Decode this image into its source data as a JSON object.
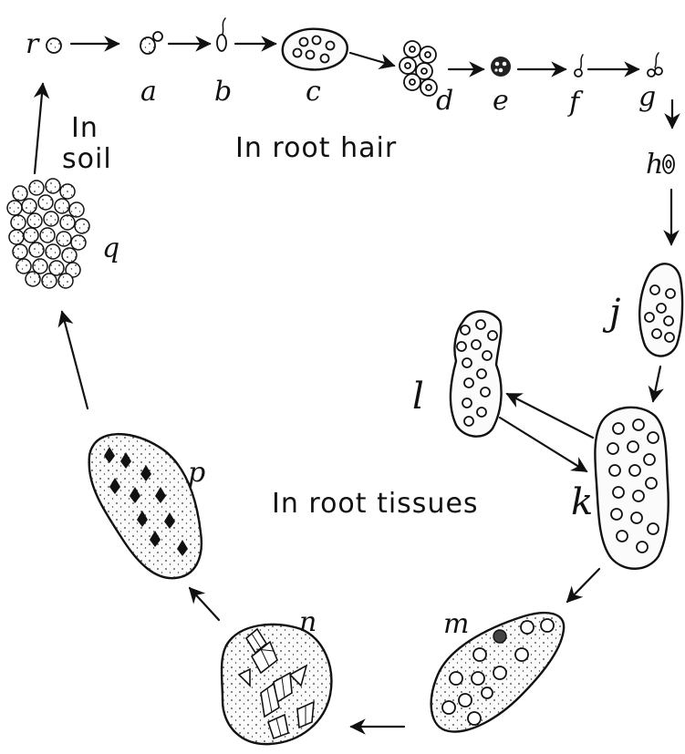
{
  "regions": {
    "soil_line1": "In",
    "soil_line2": "soil",
    "root_hair": "In root hair",
    "root_tissues": "In root tissues"
  },
  "stages": {
    "r": "r",
    "a": "a",
    "b": "b",
    "c": "c",
    "d": "d",
    "e": "e",
    "f": "f",
    "g": "g",
    "h": "h",
    "j": "j",
    "k": "k",
    "l": "l",
    "m": "m",
    "n": "n",
    "p": "p",
    "q": "q"
  },
  "colors": {
    "ink": "#111111",
    "background": "#ffffff"
  }
}
